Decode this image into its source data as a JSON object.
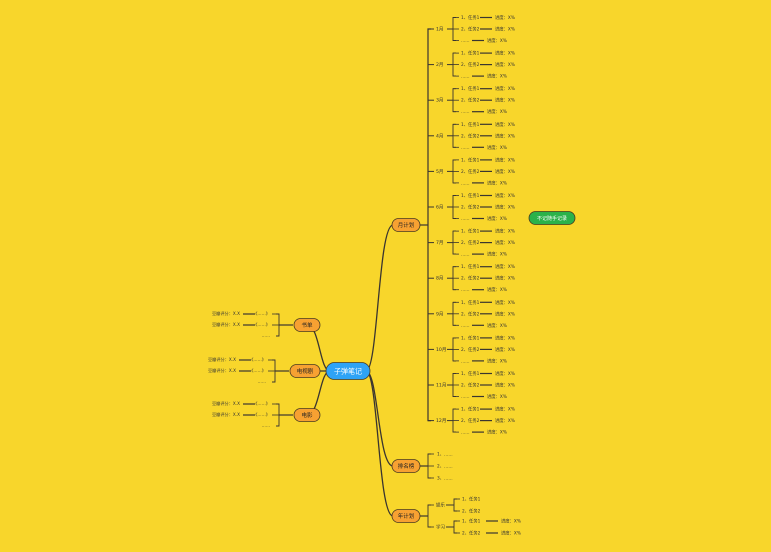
{
  "root": "子弹笔记",
  "side_note": "不记随手记录",
  "colors": {
    "background": "#f8d62b",
    "line": "#3a3530",
    "node": "#f7a132",
    "root": "#2fa3f6",
    "note": "#2bb24a"
  },
  "branches": {
    "monthly": {
      "label": "月计划",
      "months": [
        {
          "name": "1月",
          "tasks": [
            "1、任务1",
            "2、任务2",
            "……"
          ],
          "progress": [
            "进度：X%",
            "进度：X%",
            "进度：X%"
          ]
        },
        {
          "name": "2月",
          "tasks": [
            "1、任务1",
            "2、任务2",
            "……"
          ],
          "progress": [
            "进度：X%",
            "进度：X%",
            "进度：X%"
          ]
        },
        {
          "name": "3月",
          "tasks": [
            "1、任务1",
            "2、任务2",
            "……"
          ],
          "progress": [
            "进度：X%",
            "进度：X%",
            "进度：X%"
          ]
        },
        {
          "name": "4月",
          "tasks": [
            "1、任务1",
            "2、任务2",
            "……"
          ],
          "progress": [
            "进度：X%",
            "进度：X%",
            "进度：X%"
          ]
        },
        {
          "name": "5月",
          "tasks": [
            "1、任务1",
            "2、任务2",
            "……"
          ],
          "progress": [
            "进度：X%",
            "进度：X%",
            "进度：X%"
          ]
        },
        {
          "name": "6月",
          "tasks": [
            "1、任务1",
            "2、任务2",
            "……"
          ],
          "progress": [
            "进度：X%",
            "进度：X%",
            "进度：X%"
          ]
        },
        {
          "name": "7月",
          "tasks": [
            "1、任务1",
            "2、任务2",
            "……"
          ],
          "progress": [
            "进度：X%",
            "进度：X%",
            "进度：X%"
          ]
        },
        {
          "name": "8月",
          "tasks": [
            "1、任务1",
            "2、任务2",
            "……"
          ],
          "progress": [
            "进度：X%",
            "进度：X%",
            "进度：X%"
          ]
        },
        {
          "name": "9月",
          "tasks": [
            "1、任务1",
            "2、任务2",
            "……"
          ],
          "progress": [
            "进度：X%",
            "进度：X%",
            "进度：X%"
          ]
        },
        {
          "name": "10月",
          "tasks": [
            "1、任务1",
            "2、任务2",
            "……"
          ],
          "progress": [
            "进度：X%",
            "进度：X%",
            "进度：X%"
          ]
        },
        {
          "name": "11月",
          "tasks": [
            "1、任务1",
            "2、任务2",
            "……"
          ],
          "progress": [
            "进度：X%",
            "进度：X%",
            "进度：X%"
          ]
        },
        {
          "name": "12月",
          "tasks": [
            "1、任务1",
            "2、任务2",
            "……"
          ],
          "progress": [
            "进度：X%",
            "进度：X%",
            "进度：X%"
          ]
        }
      ]
    },
    "leaderboard": {
      "label": "排名榜",
      "items": [
        "1、……",
        "2、……",
        "3、……"
      ]
    },
    "annual": {
      "label": "年计划",
      "groups": [
        {
          "name": "娱乐",
          "tasks": [
            "1、任务1",
            "2、任务2"
          ],
          "progress": []
        },
        {
          "name": "学习",
          "tasks": [
            "1、任务1",
            "2、任务2"
          ],
          "progress": [
            "进度：X%",
            "进度：X%"
          ]
        }
      ]
    },
    "books": {
      "label": "书单",
      "rows": [
        {
          "rating": "豆瓣评分：X.X",
          "title": "《……》"
        },
        {
          "rating": "豆瓣评分：X.X",
          "title": "《……》"
        }
      ],
      "more": "……"
    },
    "tv": {
      "label": "电视剧",
      "rows": [
        {
          "rating": "豆瓣评分：X.X",
          "title": "《……》"
        },
        {
          "rating": "豆瓣评分：X.X",
          "title": "《……》"
        }
      ],
      "more": "……"
    },
    "movies": {
      "label": "电影",
      "rows": [
        {
          "rating": "豆瓣评分：X.X",
          "title": "《……》"
        },
        {
          "rating": "豆瓣评分：X.X",
          "title": "《……》"
        }
      ],
      "more": "……"
    }
  }
}
